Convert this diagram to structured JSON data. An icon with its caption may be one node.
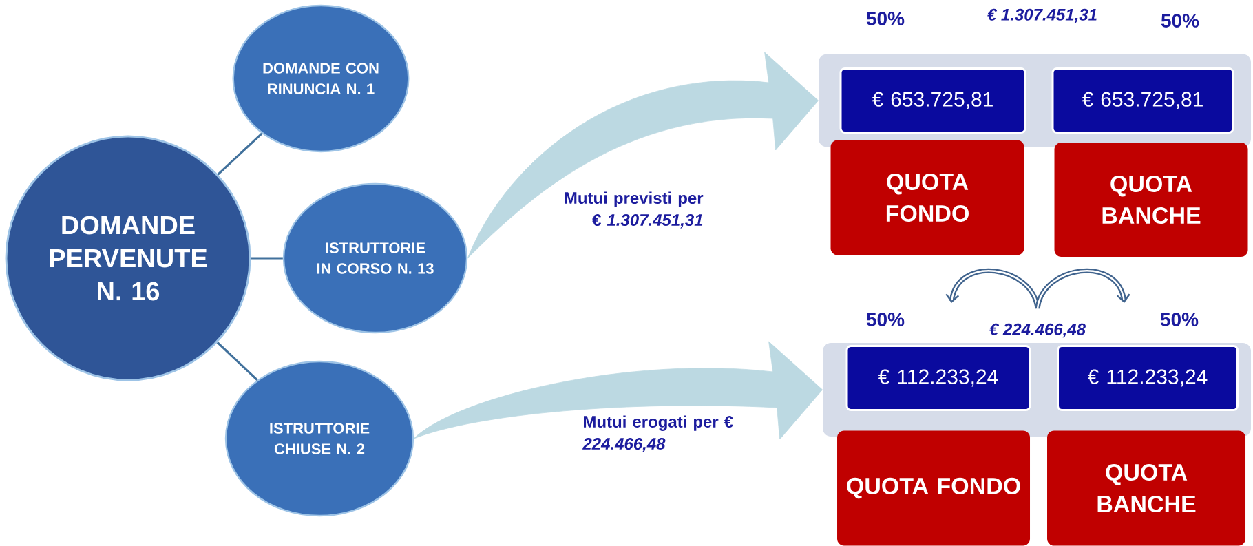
{
  "diagram": {
    "nodes": [
      {
        "text": [
          "DOMANDE PERVENUTE N. 16"
        ]
      },
      {
        "text": [
          "DOMANDE CON RINUNCIA N. 1"
        ]
      },
      {
        "text": [
          "ISTRUTTORIE IN CORSO N. 13"
        ]
      },
      {
        "text": [
          "ISTRUTTORIE CHIUSE N. 2"
        ]
      },
      {
        "text": [],
        "shape": "box"
      },
      {
        "text": [
          "€ 653.725,81"
        ],
        "in": 4
      },
      {
        "text": [
          "€ 653.725,81"
        ],
        "in": 4
      },
      {
        "text": [
          "QUOTA FONDO"
        ]
      },
      {
        "text": [
          "QUOTA BANCHE"
        ]
      },
      {
        "text": [],
        "shape": "box"
      },
      {
        "text": [
          "€ 112.233,24"
        ],
        "in": 9
      },
      {
        "text": [
          "€ 112.233,24"
        ],
        "in": 9
      },
      {
        "text": [
          "QUOTA FONDO"
        ]
      },
      {
        "text": [
          "QUOTA BANCHE"
        ]
      }
    ],
    "edges": [
      {
        "from": 0,
        "to": 1,
        "arrow": "none"
      },
      {
        "from": 0,
        "to": 2,
        "arrow": "none"
      },
      {
        "from": 0,
        "to": 3,
        "arrow": "none"
      },
      {
        "from": 2,
        "to": 4,
        "arrow": "to",
        "label": "Mutui previsti per € *1.307.451,31*",
        "style": "thick",
        "color": "#bcd9e2"
      },
      {
        "from": 3,
        "to": 9,
        "arrow": "to",
        "label": "Mutui erogati per € *224.466,48*",
        "style": "thick",
        "color": "#bcd9e2"
      }
    ],
    "labels": [
      "50%",
      "€ 1.307.451,31",
      "50%",
      "50%",
      "€ 224.466,48",
      "50%"
    ]
  }
}
